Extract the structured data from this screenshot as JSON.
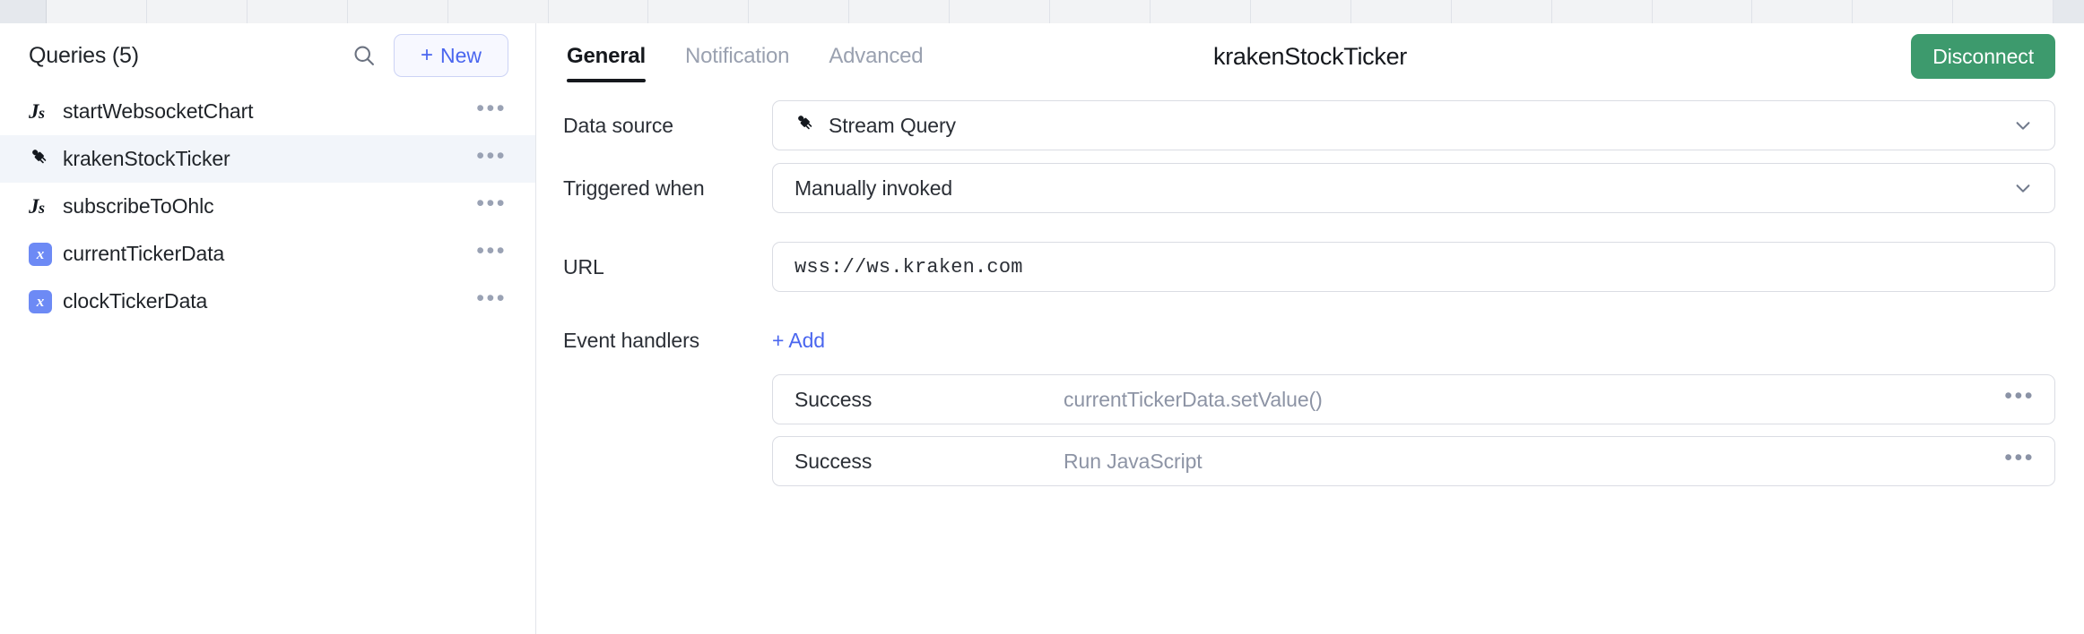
{
  "sheet_strip": {
    "columns": 20
  },
  "sidebar": {
    "title": "Queries (5)",
    "search_icon": "search-icon",
    "new_button": {
      "plus": "+",
      "label": "New"
    },
    "row_menu_glyph": "•••",
    "items": [
      {
        "icon": "js-icon",
        "name": "startWebsocketChart",
        "selected": false
      },
      {
        "icon": "plug-icon",
        "name": "krakenStockTicker",
        "selected": true
      },
      {
        "icon": "js-icon",
        "name": "subscribeToOhlc",
        "selected": false
      },
      {
        "icon": "variable-icon",
        "name": "currentTickerData",
        "selected": false
      },
      {
        "icon": "variable-icon",
        "name": "clockTickerData",
        "selected": false
      }
    ]
  },
  "header": {
    "tabs": [
      {
        "label": "General",
        "active": true
      },
      {
        "label": "Notification",
        "active": false
      },
      {
        "label": "Advanced",
        "active": false
      }
    ],
    "title": "krakenStockTicker",
    "disconnect_label": "Disconnect"
  },
  "form": {
    "data_source": {
      "label": "Data source",
      "value": "Stream Query",
      "icon": "plug-icon",
      "chevron": "chevron-down-icon"
    },
    "triggered_when": {
      "label": "Triggered when",
      "value": "Manually invoked",
      "chevron": "chevron-down-icon"
    },
    "url": {
      "label": "URL",
      "value": "wss://ws.kraken.com"
    },
    "event_handlers": {
      "label": "Event handlers",
      "add_label": "+ Add",
      "menu_glyph": "•••",
      "items": [
        {
          "event": "Success",
          "action": "currentTickerData.setValue()"
        },
        {
          "event": "Success",
          "action": "Run JavaScript"
        }
      ]
    }
  },
  "colors": {
    "accent_blue": "#4a66ef",
    "selected_row": "#f2f5fa",
    "disconnect_green": "#3d9a6d",
    "variable_badge": "#6d8af5",
    "muted_text": "#8d94a5",
    "border": "#dadce3"
  }
}
